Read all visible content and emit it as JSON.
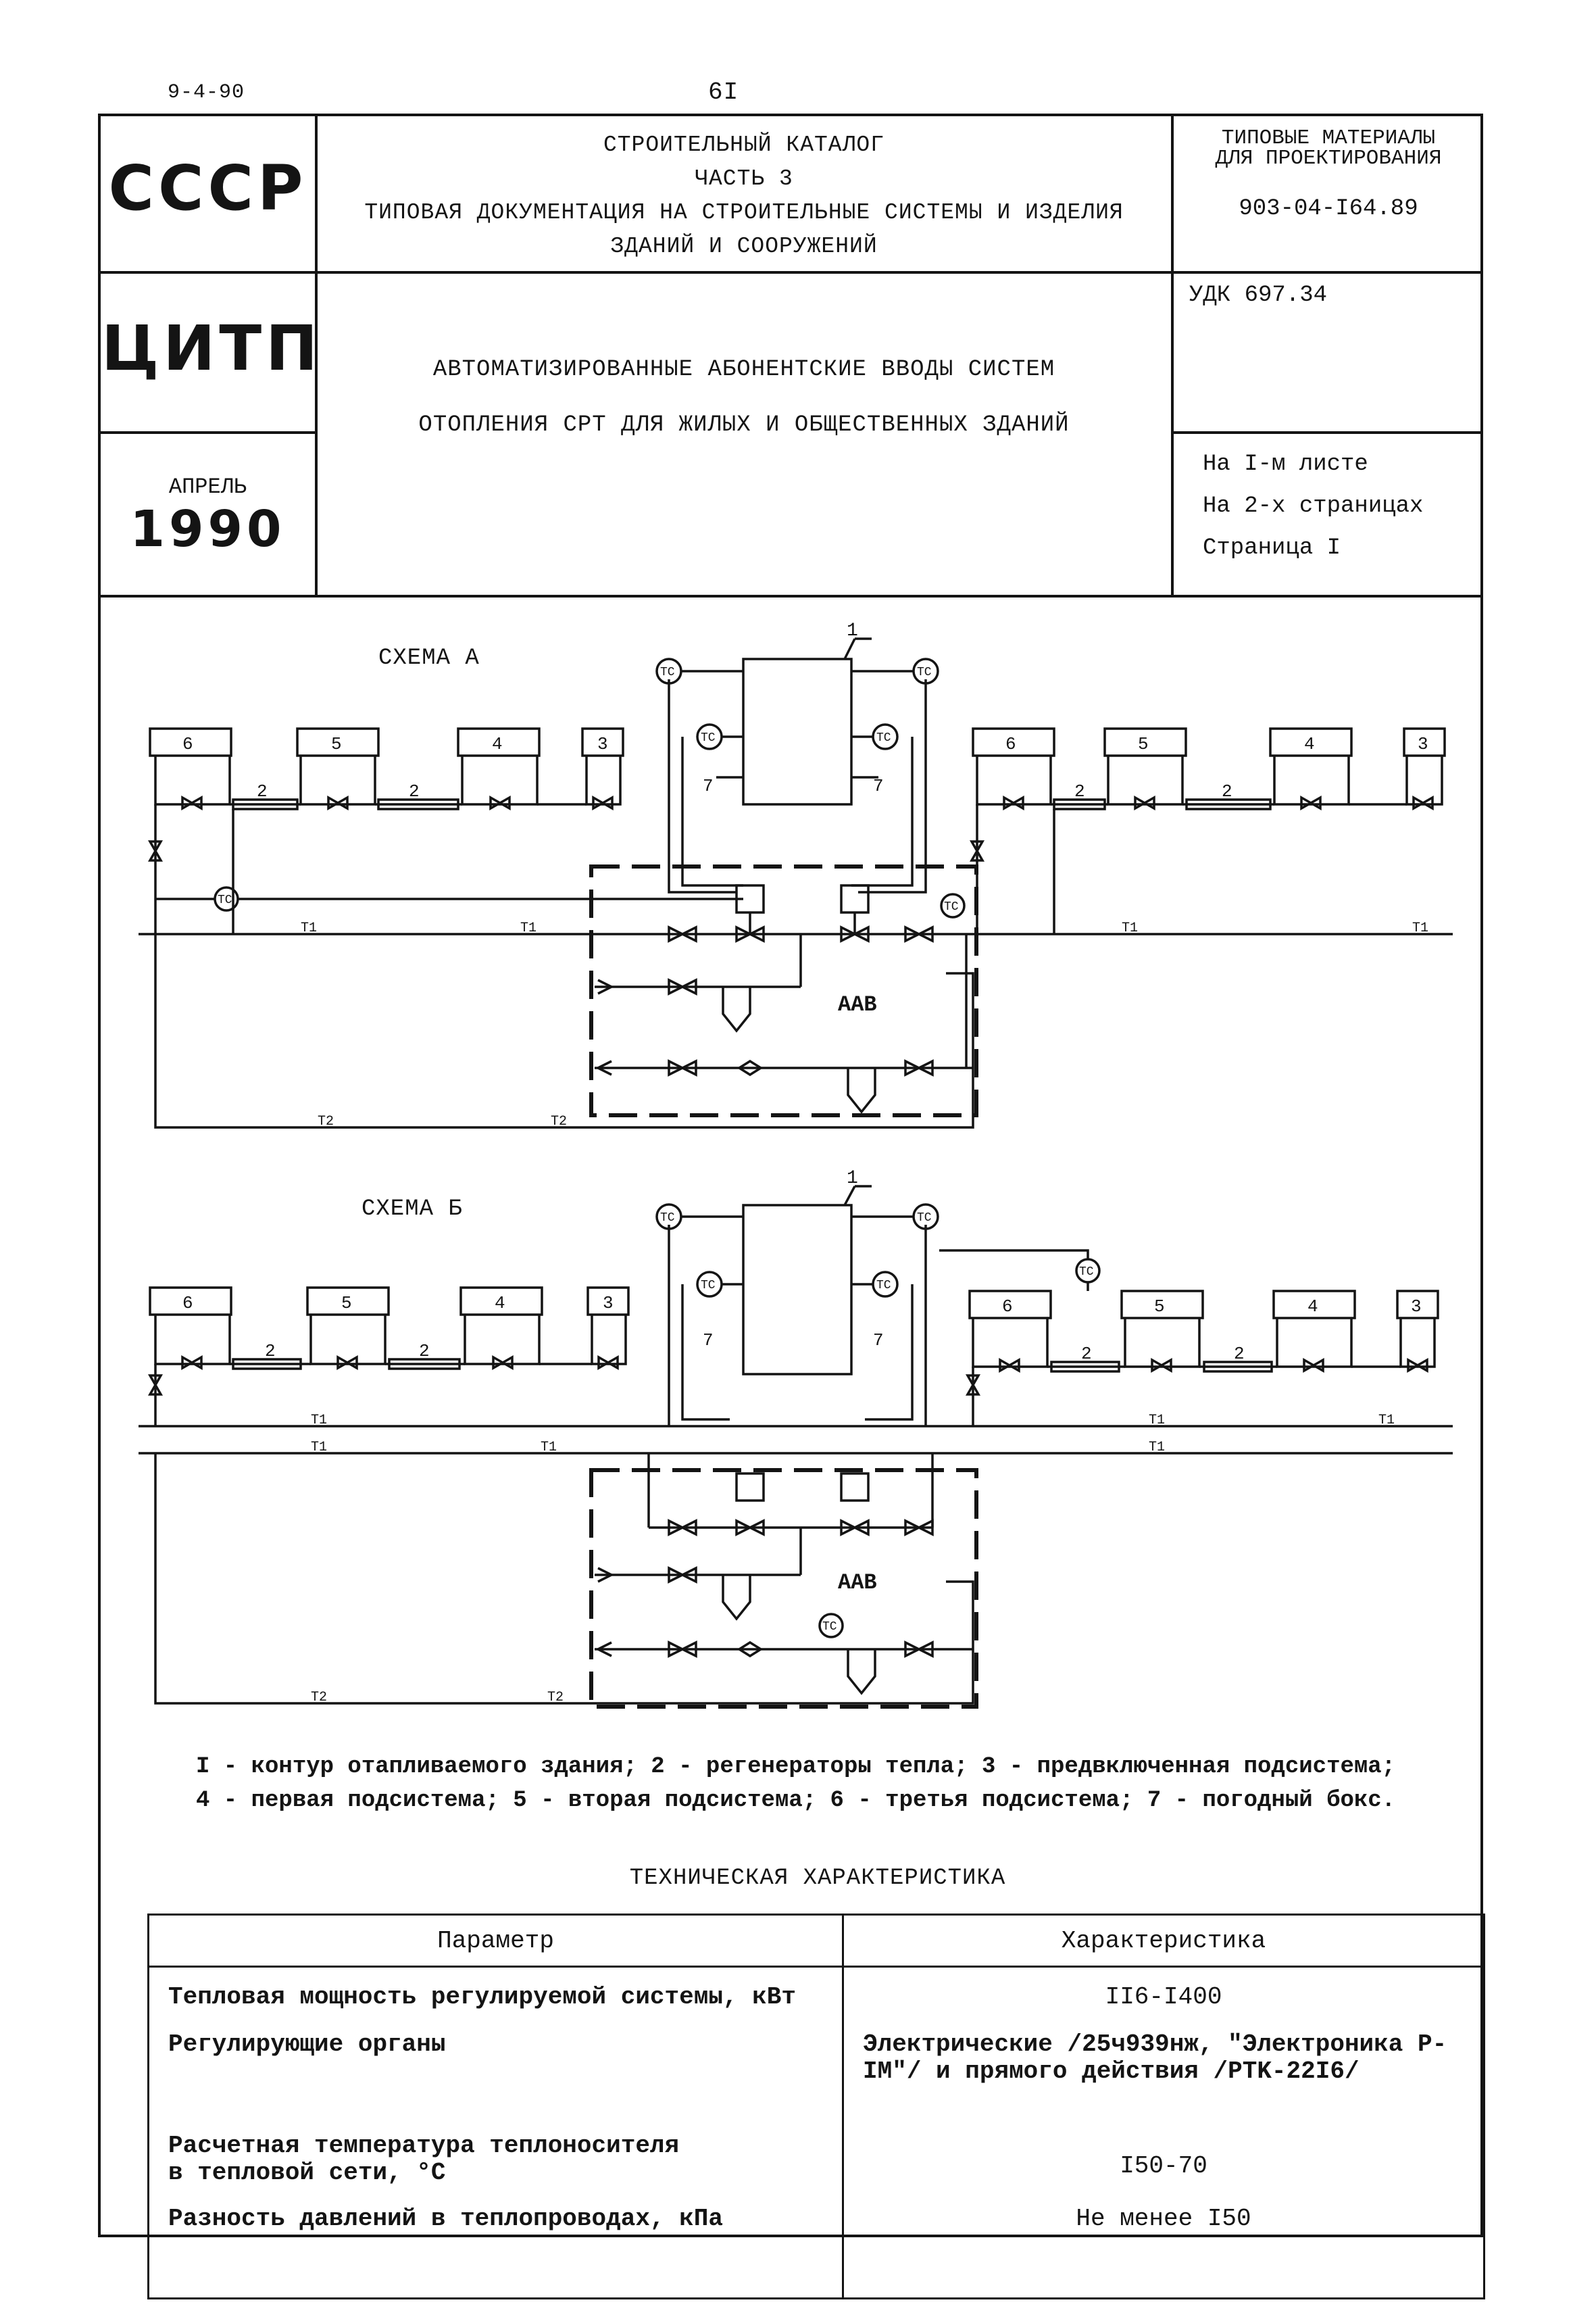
{
  "top": {
    "left_code": "9-4-90",
    "page_no": "6I"
  },
  "header": {
    "country": "СССР",
    "org": "ЦИТП",
    "month": "АПРЕЛЬ",
    "year": "1990",
    "catalog_line1": "СТРОИТЕЛЬНЫЙ КАТАЛОГ",
    "catalog_line2": "ЧАСТЬ 3",
    "catalog_line3": "ТИПОВАЯ ДОКУМЕНТАЦИЯ НА СТРОИТЕЛЬНЫЕ СИСТЕМЫ И ИЗДЕЛИЯ",
    "catalog_line4": "ЗДАНИЙ И СООРУЖЕНИЙ",
    "materials_line1": "ТИПОВЫЕ МАТЕРИАЛЫ",
    "materials_line2": "ДЛЯ ПРОЕКТИРОВАНИЯ",
    "doc_number": "903-04-I64.89",
    "udk": "УДК 697.34",
    "title_line1": "АВТОМАТИЗИРОВАННЫЕ АБОНЕНТСКИЕ ВВОДЫ СИСТЕМ",
    "title_line2": "ОТОПЛЕНИЯ СРТ  ДЛЯ ЖИЛЫХ И ОБЩЕСТВЕННЫХ ЗДАНИЙ",
    "sheet_info1": "На I-м листе",
    "sheet_info2": "На 2-х страницах",
    "sheet_info3": "Страница I"
  },
  "scheme_a": {
    "title": "СХЕМА А",
    "aav": "ААВ",
    "callout": "1",
    "sensor": "ТС",
    "pipe_t1": "Т1",
    "pipe_t2": "Т2",
    "sub3": "3",
    "sub4": "4",
    "sub5": "5",
    "sub6": "6",
    "reg": "2",
    "box": "7"
  },
  "scheme_b": {
    "title": "СХЕМА Б",
    "aav": "ААВ",
    "callout": "1",
    "sensor": "ТС",
    "pipe_t1": "Т1",
    "pipe_t2": "Т2",
    "sub3": "3",
    "sub4": "4",
    "sub5": "5",
    "sub6": "6",
    "reg": "2",
    "box": "7"
  },
  "legend": {
    "line1": "I - контур отапливаемого здания; 2 - регенераторы тепла; 3 - предвключенная подсистема;",
    "line2": "4 - первая подсистема; 5 - вторая подсистема; 6 - третья подсистема; 7 - погодный бокс."
  },
  "tech": {
    "title": "ТЕХНИЧЕСКАЯ ХАРАКТЕРИСТИКА",
    "col_param": "Параметр",
    "col_char": "Характеристика",
    "rows": [
      {
        "param": "Тепловая мощность регулируемой системы, кВт",
        "value": "II6-I400"
      },
      {
        "param": "Регулирующие органы",
        "value": "Электрические /25ч939нж, \"Электроника Р-IM\"/ и прямого действия /PTK-22I6/"
      },
      {
        "param": "Расчетная температура теплоносителя в тепловой сети, °С",
        "value": "I50-70"
      },
      {
        "param": "Разность давлений в теплопроводах, кПа",
        "value": "Не менее I50"
      }
    ]
  }
}
